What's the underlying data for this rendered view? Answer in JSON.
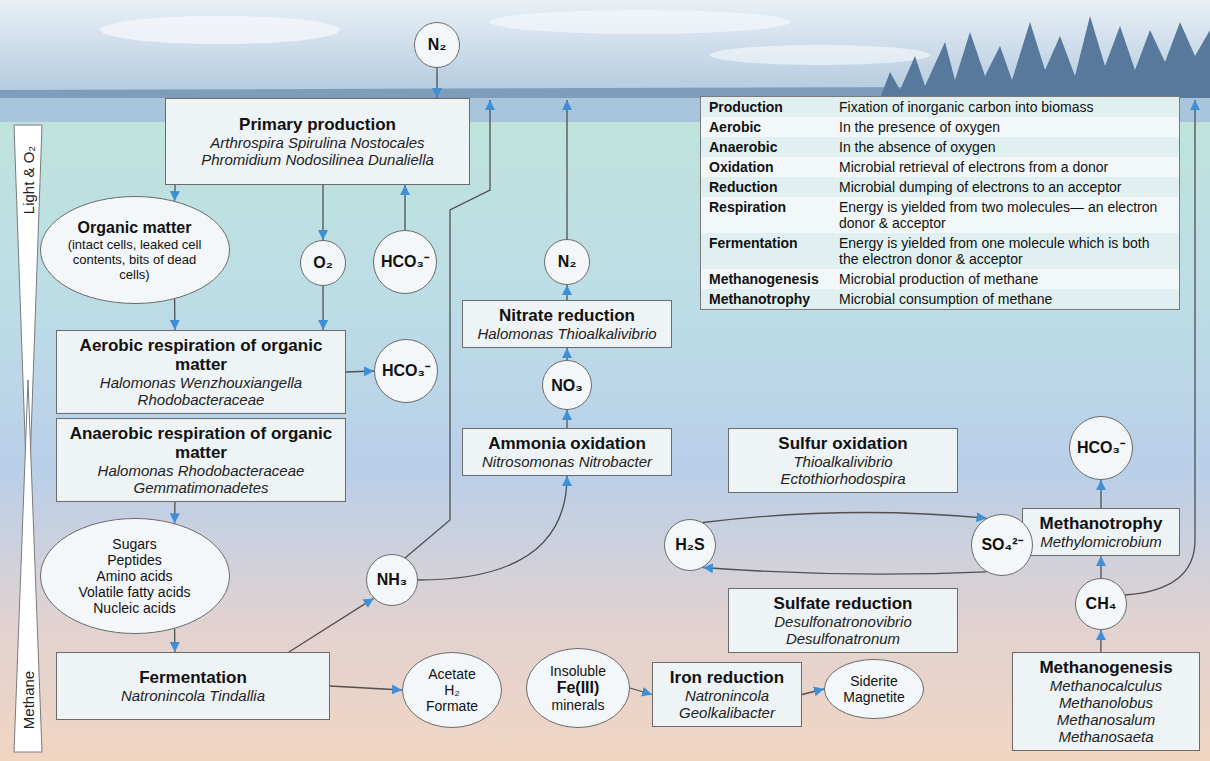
{
  "diagram": {
    "nodes": [
      {
        "text": [
          "N₂"
        ]
      },
      {
        "text": [
          "Primary production",
          "Arthrospira Spirulina Nostocales Phromidium Nodosilinea Dunaliella"
        ]
      },
      {
        "text": [
          "Production",
          "Fixation of inorganic carbon into biomass",
          "Aerobic",
          "In the presence of oxygen",
          "Anaerobic",
          "In the absence of oxygen",
          "Oxidation",
          "Microbial retrieval of electrons from a donor",
          "Reduction",
          "Microbial dumping of electrons to an acceptor",
          "Respiration",
          "Energy is yielded from two molecules— an electron donor & acceptor",
          "Fermentation",
          "Energy is yielded from one molecule which is both the electron donor & acceptor",
          "Methanogenesis",
          "Microbial production of methane",
          "Methanotrophy",
          "Microbial consumption of methane"
        ]
      },
      {
        "text": [
          "Organic matter",
          "(intact cells, leaked cell contents, bits of dead cells)"
        ]
      },
      {
        "text": [
          "O₂"
        ]
      },
      {
        "text": [
          "HCO₃⁻"
        ]
      },
      {
        "text": [
          "N₂"
        ]
      },
      {
        "text": [
          "Nitrate reduction",
          "Halomonas Thioalkalivibrio"
        ]
      },
      {
        "text": [
          "Aerobic respiration of organic matter",
          "Halomonas Wenzhouxiangella Rhodobacteraceae"
        ]
      },
      {
        "text": [
          "HCO₃⁻"
        ]
      },
      {
        "text": [
          "NO₃"
        ]
      },
      {
        "text": [
          "Anaerobic respiration of organic matter",
          "Halomonas Rhodobacteraceae Gemmatimonadetes"
        ]
      },
      {
        "text": [
          "HCO₃⁻"
        ]
      },
      {
        "text": [
          "Sulfur oxidation",
          "Thioalkalivibrio Ectothiorhodospira"
        ]
      },
      {
        "text": [
          "Ammonia oxidation",
          "Nitrosomonas Nitrobacter"
        ]
      },
      {
        "text": [
          "Methanotrophy",
          "Methylomicrobium"
        ]
      },
      {
        "text": [
          "Sugars",
          "Peptides",
          "Amino acids",
          "Volatile fatty acids",
          "Nucleic acids"
        ]
      },
      {
        "text": [
          "H₂S"
        ]
      },
      {
        "text": [
          "SO₄²⁻"
        ]
      },
      {
        "text": [
          "NH₃"
        ]
      },
      {
        "text": [
          "Sulfate reduction",
          "Desulfonatronovibrio Desulfonatronum"
        ]
      },
      {
        "text": [
          "CH₄"
        ]
      },
      {
        "text": [
          "Fermentation",
          "Natronincola Tindallia"
        ]
      },
      {
        "text": [
          "Acetate",
          "H₂",
          "Formate"
        ]
      },
      {
        "text": [
          "Insoluble",
          "Fe(III)",
          "minerals"
        ]
      },
      {
        "text": [
          "Iron reduction",
          "Natronincola Geolkalibacter"
        ]
      },
      {
        "text": [
          "Siderite",
          "Magnetite"
        ]
      },
      {
        "text": [
          "Methanogenesis",
          "Methanocalculus Methanolobus Methanosalum Methanosaeta"
        ]
      }
    ],
    "edges": [
      {
        "from": 0,
        "to": 1,
        "arrow": "to"
      },
      {
        "from": 1,
        "to": 3,
        "arrow": "to"
      },
      {
        "from": 1,
        "to": 4,
        "arrow": "to"
      },
      {
        "from": 5,
        "to": 1,
        "arrow": "to"
      },
      {
        "from": 3,
        "to": 8,
        "arrow": "to"
      },
      {
        "from": 4,
        "to": 8,
        "arrow": "to"
      },
      {
        "from": 8,
        "to": 9,
        "arrow": "to"
      },
      {
        "from": 11,
        "to": 16,
        "arrow": "to"
      },
      {
        "from": 16,
        "to": 22,
        "arrow": "to"
      },
      {
        "from": 22,
        "to": 19,
        "arrow": "to"
      },
      {
        "from": 22,
        "to": 23,
        "arrow": "to"
      },
      {
        "from": 19,
        "to": 14,
        "arrow": "to"
      },
      {
        "from": 14,
        "to": 10,
        "arrow": "to"
      },
      {
        "from": 10,
        "to": 7,
        "arrow": "to"
      },
      {
        "from": 7,
        "to": 6,
        "arrow": "to"
      },
      {
        "from": 17,
        "to": 18,
        "arrow": "to"
      },
      {
        "from": 18,
        "to": 17,
        "arrow": "to"
      },
      {
        "from": 27,
        "to": 21,
        "arrow": "to"
      },
      {
        "from": 21,
        "to": 15,
        "arrow": "to"
      },
      {
        "from": 15,
        "to": 12,
        "arrow": "to"
      },
      {
        "from": 24,
        "to": 25,
        "arrow": "to"
      },
      {
        "from": 25,
        "to": 26,
        "arrow": "to"
      }
    ],
    "labels": [
      "Light & O₂",
      "Methane"
    ]
  }
}
